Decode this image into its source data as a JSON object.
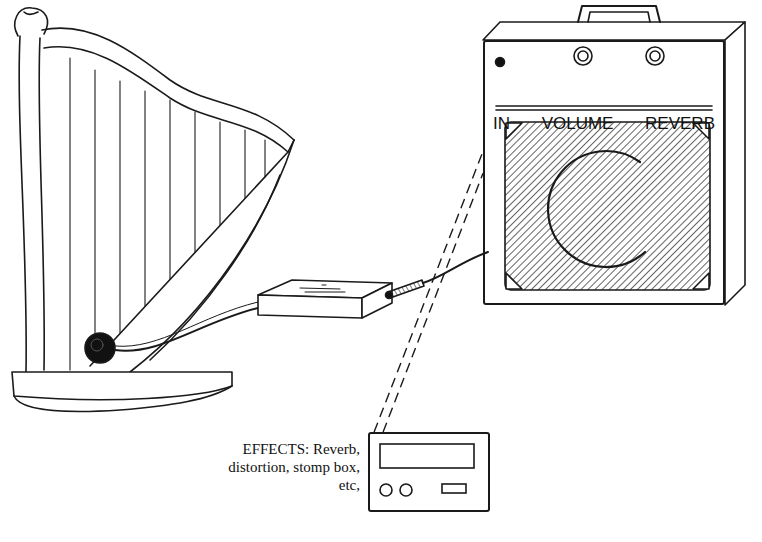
{
  "diagram": {
    "nodes": [
      {
        "text": [
          "IN",
          "VOLUME",
          "REVERB"
        ]
      },
      {
        "text": [
          "EFFECTS: Reverb, distortion, stomp box, etc,"
        ]
      }
    ],
    "edges": [
      {
        "from": 1,
        "to": 0,
        "arrow": "none"
      }
    ]
  }
}
